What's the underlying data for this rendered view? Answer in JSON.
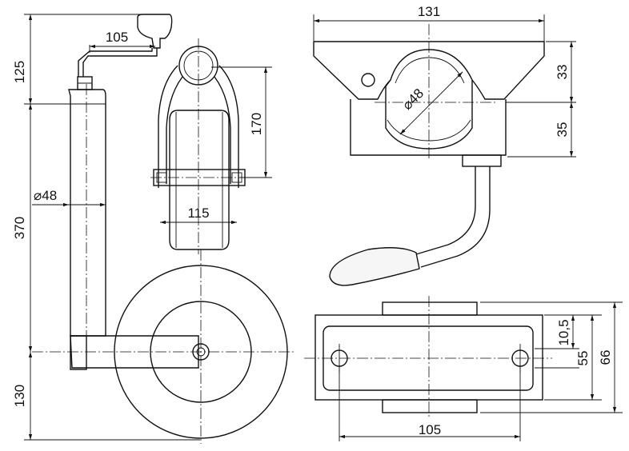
{
  "drawing_title": "",
  "dimensions": {
    "top_height": "125",
    "handle_reach": "105",
    "tube_length": "370",
    "tube_diameter": "⌀48",
    "wheel_bottom": "130",
    "fork_height": "170",
    "wheel_width": "115",
    "clamp_width": "131",
    "clamp_diameter": "⌀48",
    "clamp_upper": "33",
    "clamp_lower": "35",
    "plate_inner": "10,5",
    "plate_holes_height": "55",
    "plate_height": "66",
    "hole_spacing": "105"
  },
  "colors": {
    "line": "#111111",
    "background": "#ffffff"
  }
}
